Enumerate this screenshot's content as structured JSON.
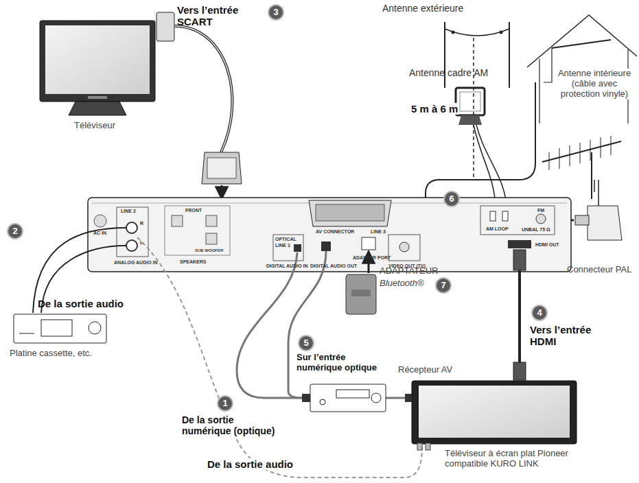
{
  "diagram": {
    "labels": [
      "Antenne extérieure",
      "Antenne intérieure (câble avec protection vinyle)",
      "5 m à 6 m",
      "Antenne cadre AM",
      "Vers l’entrée SCART",
      "3",
      "Téléviseur",
      "6",
      "2",
      "De la sortie audio",
      "Platine cassette, etc.",
      "ADAPTATEUR",
      "Bluetooth®",
      "7",
      "5",
      "Sur l’entrée numérique optique",
      "Récepteur AV",
      "4",
      "Vers l’entrée HDMI",
      "1",
      "De la sortie numérique (optique)",
      "De la sortie audio",
      "Téléviseur à écran plat Pioneer compatible KURO LINK",
      "Connecteur PAL",
      "LINE 2",
      "ANALOG AUDIO IN",
      "R",
      "L",
      "AC IN",
      "SPEAKERS",
      "FRONT",
      "SUB WOOFER",
      "AV CONNECTOR",
      "LINE 3",
      "OPTICAL",
      "LINE 1",
      "DIGITAL AUDIO IN",
      "DIGITAL AUDIO OUT",
      "ADAPTER PORT",
      "VIDEO OUT (TV)",
      "AM LOOP",
      "FM",
      "UNBAL 75 Ω",
      "HDMI OUT"
    ]
  }
}
